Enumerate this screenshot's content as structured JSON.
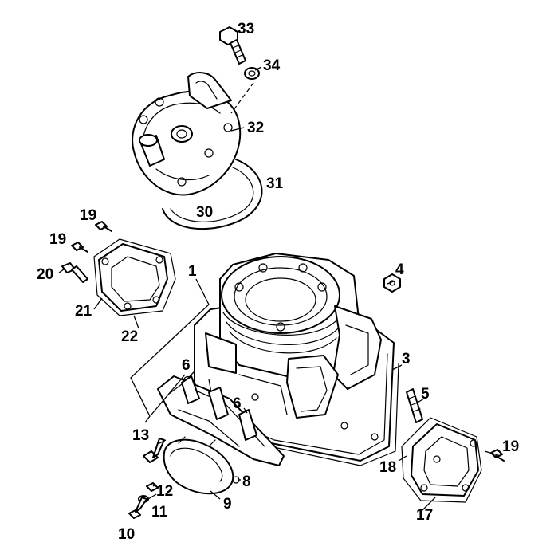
{
  "callouts": {
    "c1": "1",
    "c3": "3",
    "c4": "4",
    "c5": "5",
    "c6a": "6",
    "c6b": "6",
    "c8": "8",
    "c9": "9",
    "c10": "10",
    "c11": "11",
    "c12": "12",
    "c13": "13",
    "c17": "17",
    "c18": "18",
    "c19a": "19",
    "c19b": "19",
    "c19c": "19",
    "c20": "20",
    "c21": "21",
    "c22": "22",
    "c30": "30",
    "c31": "31",
    "c32": "32",
    "c33": "33",
    "c34": "34"
  }
}
